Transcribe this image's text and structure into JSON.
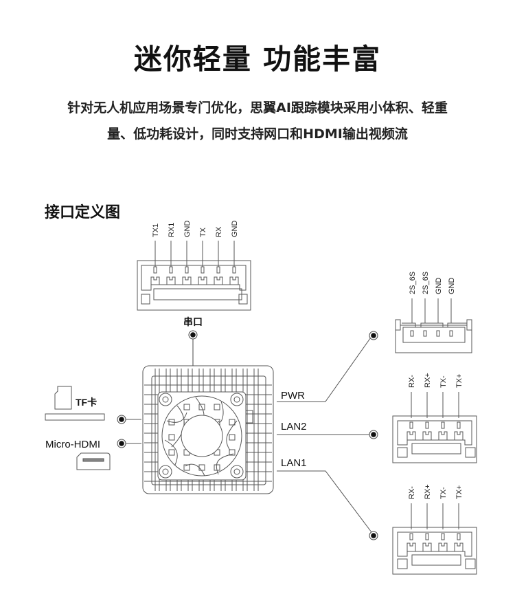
{
  "header": {
    "title": "迷你轻量 功能丰富",
    "description_line1": "针对无人机应用场景专门优化，思翼AI跟踪模块采用小体积、轻重",
    "description_line2": "量、低功耗设计，同时支持网口和HDMI输出视频流"
  },
  "section_title": "接口定义图",
  "interfaces": {
    "serial": {
      "label": "串口",
      "pins": [
        "TX1",
        "RX1",
        "GND",
        "TX",
        "RX",
        "GND"
      ]
    },
    "power": {
      "label": "PWR",
      "pins": [
        "2S_6S",
        "2S_6S",
        "GND",
        "GND"
      ]
    },
    "lan2": {
      "label": "LAN2",
      "pins": [
        "RX-",
        "RX+",
        "TX-",
        "TX+"
      ]
    },
    "lan1": {
      "label": "LAN1",
      "pins": [
        "RX-",
        "RX+",
        "TX-",
        "TX+"
      ]
    },
    "tf_card": {
      "label": "TF卡"
    },
    "micro_hdmi": {
      "label": "Micro-HDMI"
    }
  },
  "icons": {
    "module": "ai-tracking-module-icon",
    "fan": "fan-icon",
    "sd_card": "sd-card-icon",
    "hdmi_port": "hdmi-port-icon"
  }
}
